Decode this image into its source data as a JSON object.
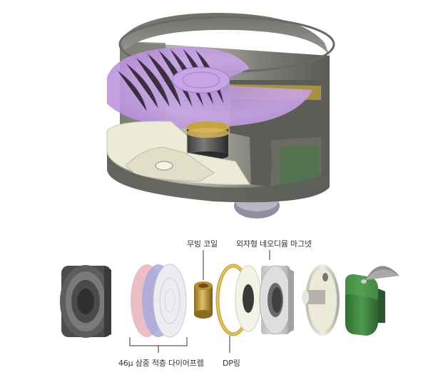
{
  "labels": {
    "moving_coil": "무빙 코일",
    "neodymium_magnet": "외자형 네오디뮴 마그넷",
    "diaphragm": "46µ 삼중 적층 다이어프렘",
    "dp_ring": "DP링"
  },
  "colors": {
    "housing_dark": "#5e5e5a",
    "housing_light": "#a8a89e",
    "diaphragm_purple": "#b48ad6",
    "coil_gold": "#c9a43a",
    "ring_gold": "#d9b23a",
    "magnet_gray": "#d8d8d8",
    "base_cream": "#ecebd6",
    "pcb_green": "#3f8a3f",
    "diaphragm_pink": "#e7b4bb",
    "diaphragm_blue": "#a6a9dc",
    "diaphragm_white": "#e9e9ee"
  },
  "icons": {
    "cutaway": "speaker-driver-cutaway-icon",
    "housing": "cylindrical-housing-icon",
    "coil": "moving-coil-icon",
    "ring": "dp-ring-icon",
    "magnet": "ring-magnet-icon",
    "plate": "pole-plate-icon",
    "pcb": "pcb-board-icon",
    "cap": "dome-cap-icon"
  }
}
